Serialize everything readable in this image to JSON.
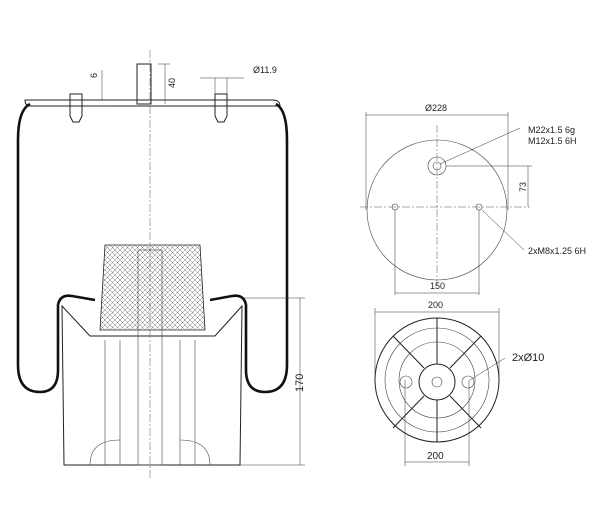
{
  "dimensions": {
    "plate_thickness": "6",
    "stud_height": "40",
    "hole_diameter": "Ø11.9",
    "overall_diameter": "Ø228",
    "thread_main_1": "M22x1.5 6g",
    "thread_main_2": "M12x1.5 6H",
    "offset": "73",
    "thread_side": "2xM8x1.25 6H",
    "side_spacing": "150",
    "piston_width_top": "200",
    "piston_holes": "2xØ10",
    "piston_width_bottom": "200",
    "height": "170"
  }
}
